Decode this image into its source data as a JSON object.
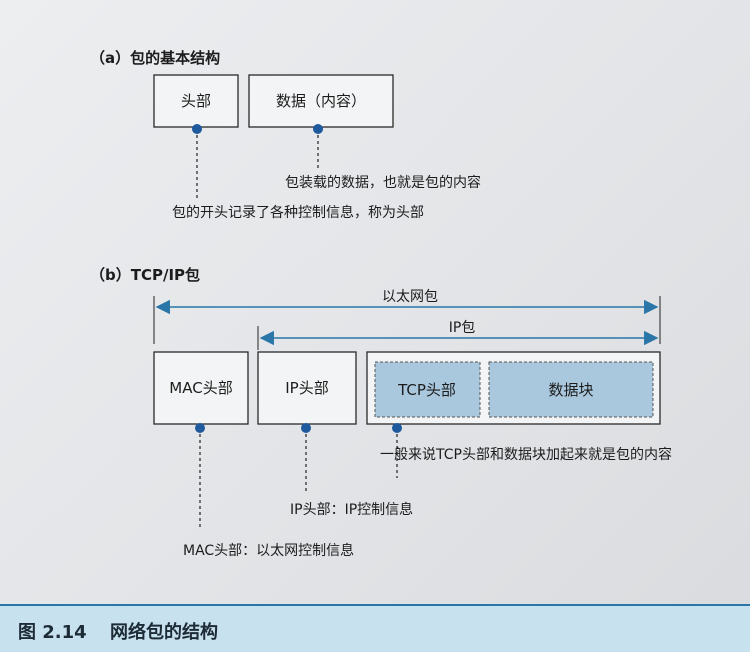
{
  "section_a": {
    "title": "（a）包的基本结构",
    "header_box": "头部",
    "data_box": "数据（内容）",
    "data_note": "包装载的数据，也就是包的内容",
    "header_note": "包的开头记录了各种控制信息，称为头部"
  },
  "section_b": {
    "title": "（b）TCP/IP包",
    "ethernet_label": "以太网包",
    "ip_label": "IP包",
    "mac_box": "MAC头部",
    "ip_box": "IP头部",
    "tcp_box": "TCP头部",
    "data_block_box": "数据块",
    "tcp_note": "一般来说TCP头部和数据块加起来就是包的内容",
    "ip_note": "IP头部：IP控制信息",
    "mac_note": "MAC头部：以太网控制信息"
  },
  "caption": {
    "number": "图 2.14",
    "title": "网络包的结构"
  },
  "colors": {
    "accent": "#2a76a8",
    "shaded_fill": "#a9c7dd",
    "caption_bg": "#c8e1ef"
  }
}
